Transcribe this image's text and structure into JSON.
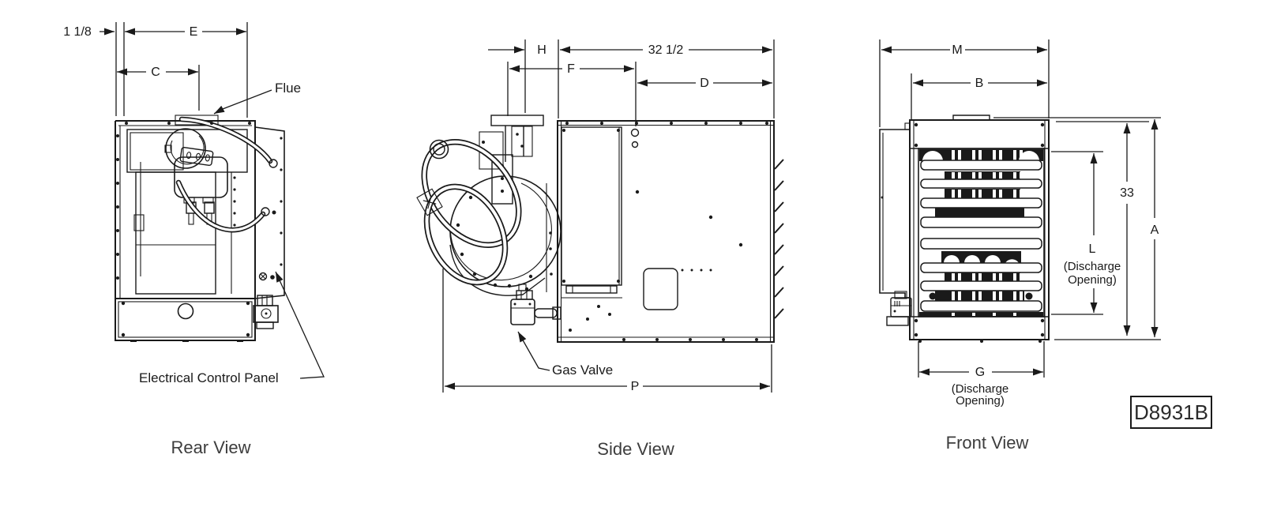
{
  "drawing_number": "D8931B",
  "rear_view": {
    "title": "Rear View",
    "dim_offset": "1 1/8",
    "dim_e": "E",
    "dim_c": "C",
    "label_flue": "Flue",
    "label_electrical_panel": "Electrical Control Panel"
  },
  "side_view": {
    "title": "Side View",
    "dim_h": "H",
    "dim_f": "F",
    "dim_overall_depth": "32 1/2",
    "dim_d": "D",
    "dim_p": "P",
    "label_gas_valve": "Gas Valve"
  },
  "front_view": {
    "title": "Front View",
    "dim_m": "M",
    "dim_b": "B",
    "dim_height": "33",
    "dim_a": "A",
    "dim_l": "L",
    "dim_l_note_line1": "(Discharge",
    "dim_l_note_line2": "Opening)",
    "dim_g": "G",
    "dim_g_note_line1": "(Discharge",
    "dim_g_note_line2": "Opening)"
  },
  "colors": {
    "line": "#1a1a1a",
    "title_text": "#3d3d3d",
    "background": "#ffffff"
  }
}
